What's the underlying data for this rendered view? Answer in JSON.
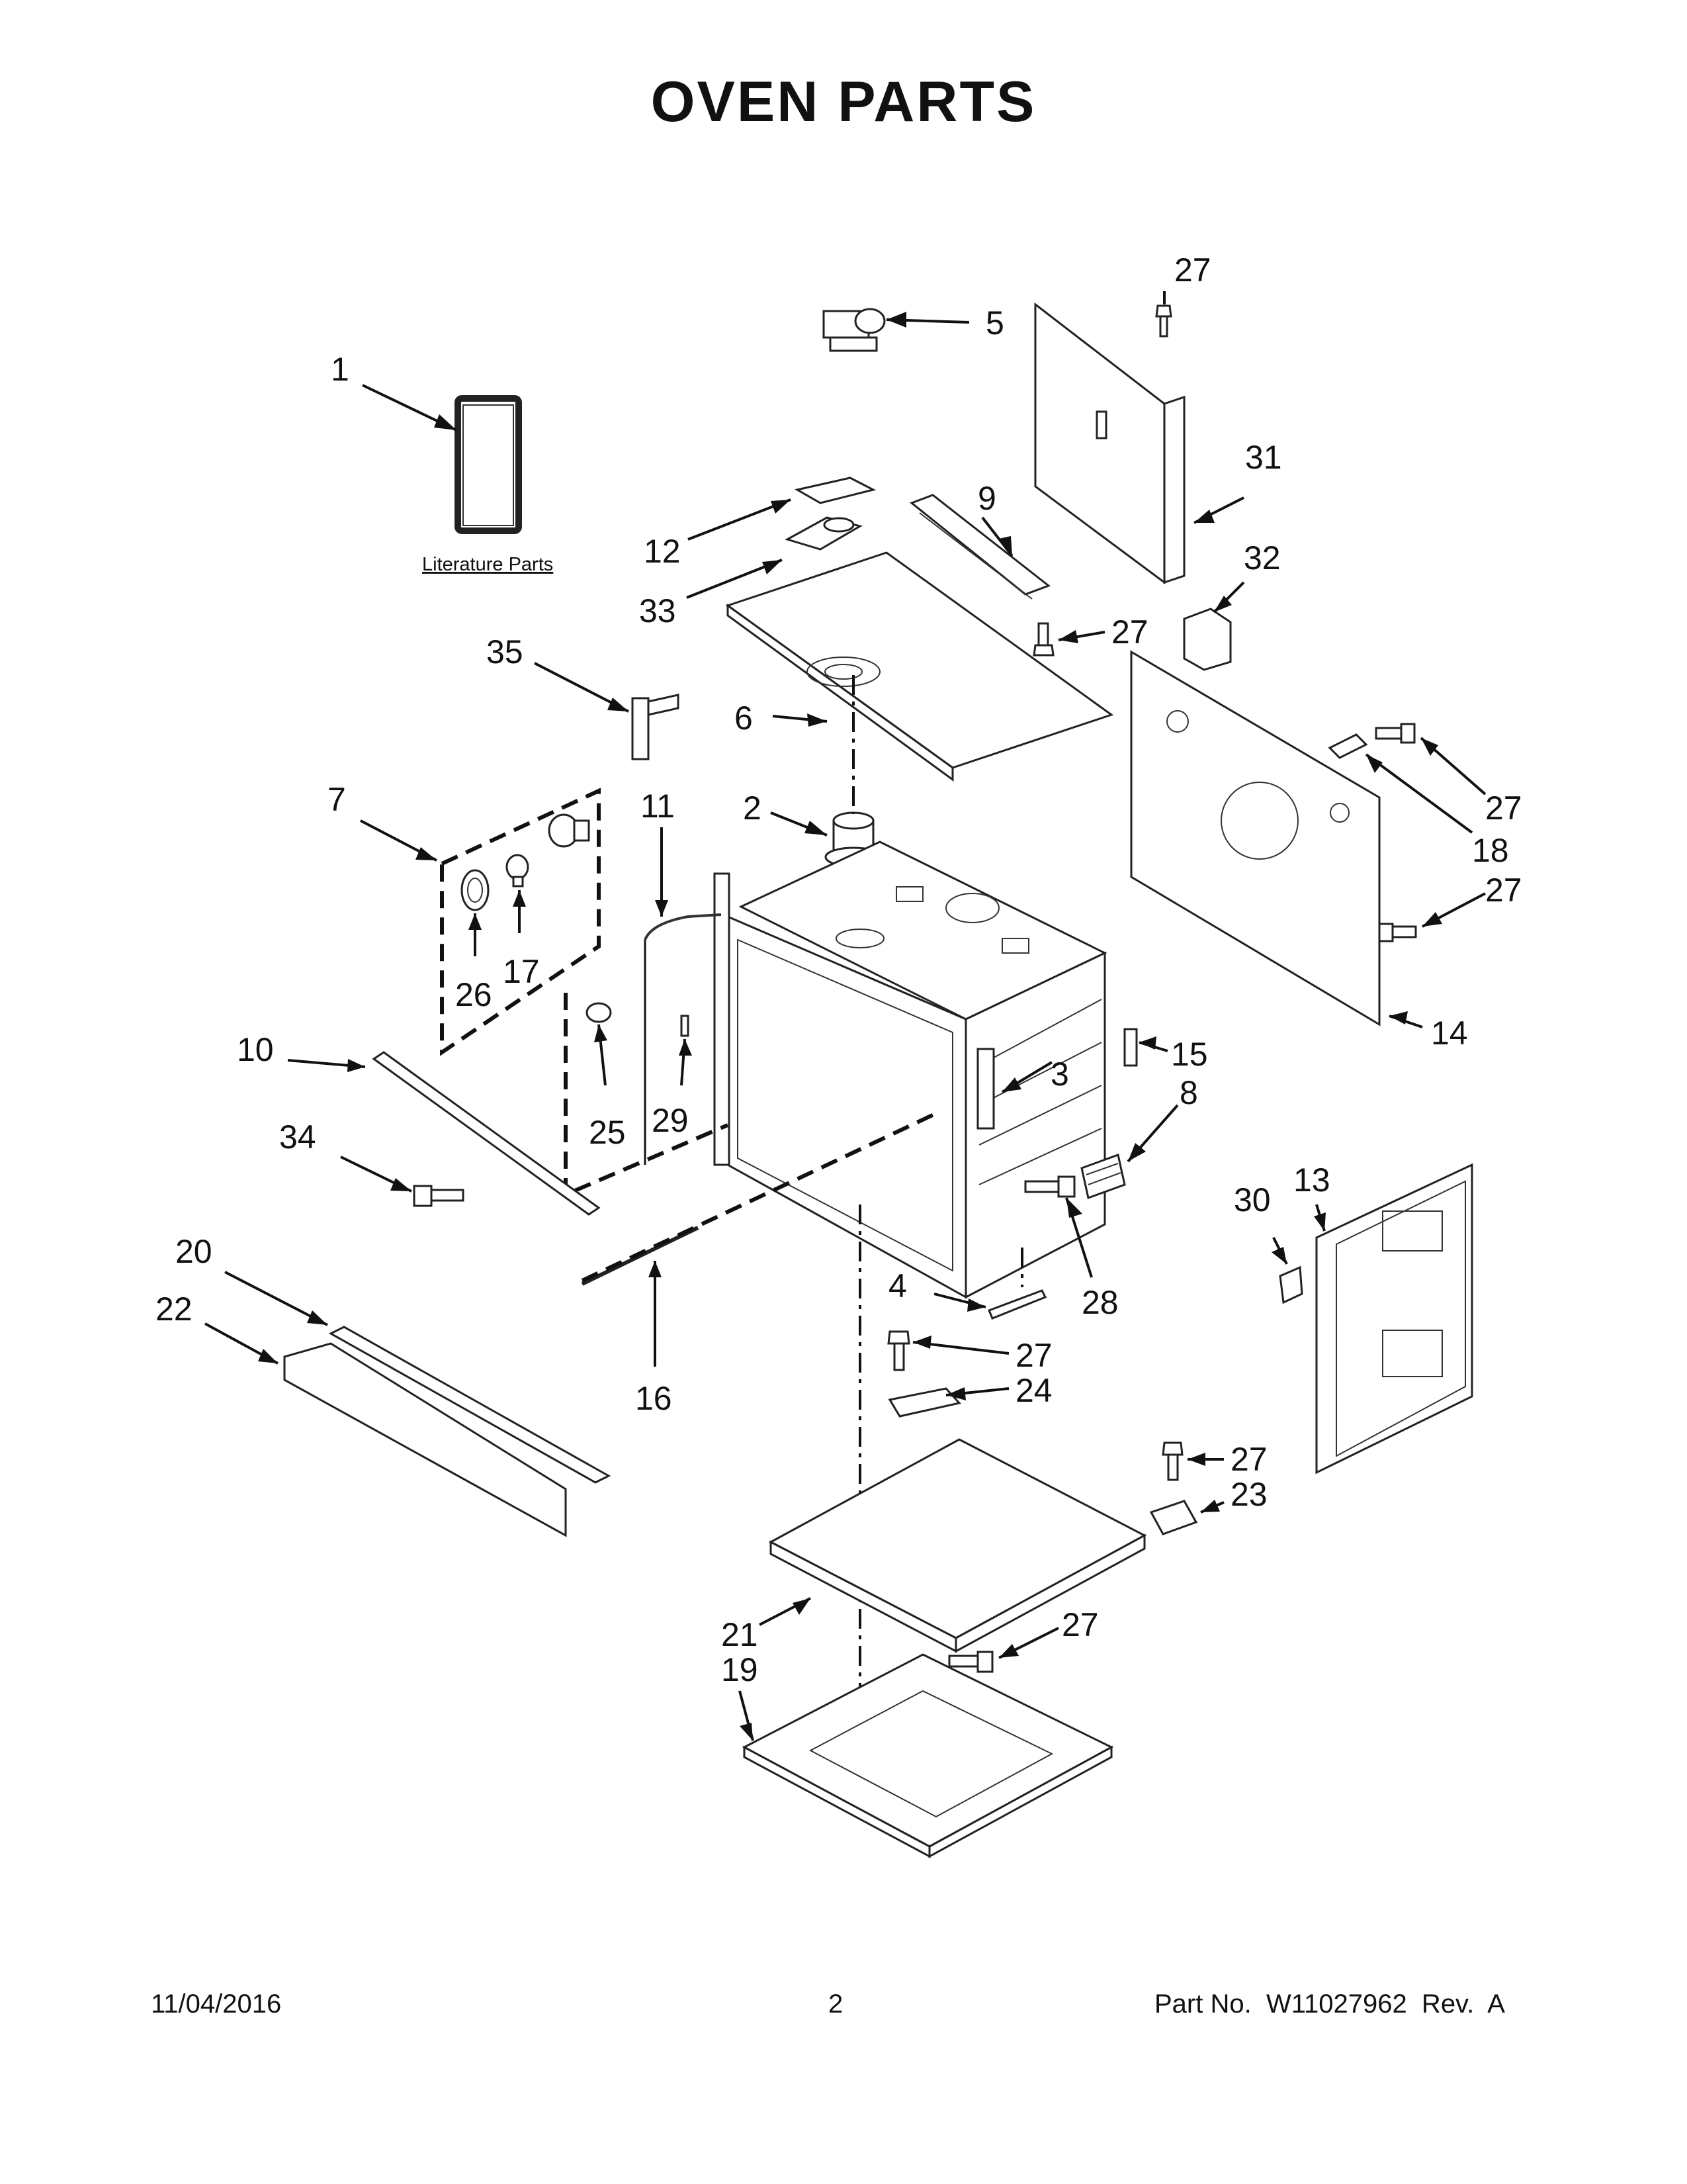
{
  "header": {
    "title": "OVEN PARTS"
  },
  "literature": {
    "label": "Literature Parts"
  },
  "footer": {
    "date": "11/04/2016",
    "page": "2",
    "part_no": "Part No.  W11027962  Rev.  A"
  },
  "callouts": {
    "c1": "1",
    "c2": "2",
    "c3": "3",
    "c4": "4",
    "c5": "5",
    "c6": "6",
    "c7": "7",
    "c8": "8",
    "c9": "9",
    "c10": "10",
    "c11": "11",
    "c12": "12",
    "c13": "13",
    "c14": "14",
    "c15": "15",
    "c16": "16",
    "c17": "17",
    "c18": "18",
    "c19": "19",
    "c20": "20",
    "c21": "21",
    "c22": "22",
    "c23": "23",
    "c24": "24",
    "c25": "25",
    "c26": "26",
    "c27": "27",
    "c28": "28",
    "c29": "29",
    "c30": "30",
    "c31": "31",
    "c32": "32",
    "c33": "33",
    "c34": "34",
    "c35": "35"
  }
}
